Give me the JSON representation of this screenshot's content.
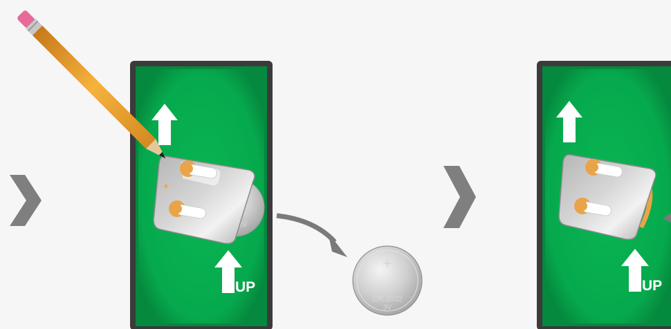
{
  "up_label": "UP",
  "coin": {
    "plus": "+",
    "model": "CR 2032",
    "voltage": "3V"
  },
  "holder_plus": "+",
  "colors": {
    "background": "#f6f6f6",
    "board_frame": "#3b3b3b",
    "board_green": "#06a94d",
    "chevron": "#7f7f7f",
    "arrow": "#7a7a7a",
    "pencil_body": "#f2a735",
    "pencil_eraser": "#e8699a",
    "pad": "#e9a44a"
  },
  "icons": {
    "step_chevron": "chevron-right-icon",
    "up_arrow": "up-arrow-icon",
    "curved_arrow": "curved-arrow-icon",
    "pencil": "pencil-icon"
  }
}
